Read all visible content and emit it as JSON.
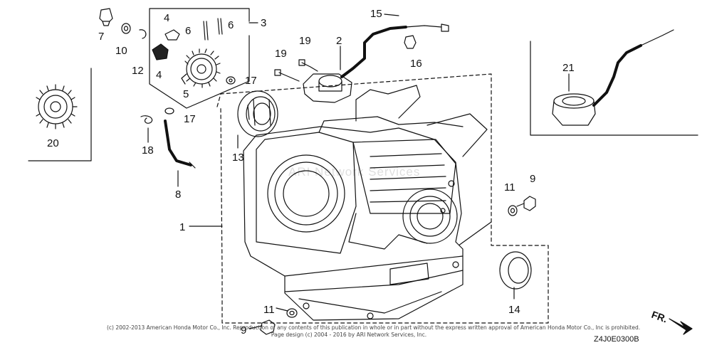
{
  "diagram": {
    "callouts": [
      {
        "id": "c1",
        "text": "1"
      },
      {
        "id": "c2",
        "text": "2"
      },
      {
        "id": "c3",
        "text": "3"
      },
      {
        "id": "c4a",
        "text": "4"
      },
      {
        "id": "c4b",
        "text": "4"
      },
      {
        "id": "c5",
        "text": "5"
      },
      {
        "id": "c6a",
        "text": "6"
      },
      {
        "id": "c6b",
        "text": "6"
      },
      {
        "id": "c7",
        "text": "7"
      },
      {
        "id": "c8",
        "text": "8"
      },
      {
        "id": "c9a",
        "text": "9"
      },
      {
        "id": "c9b",
        "text": "9"
      },
      {
        "id": "c10",
        "text": "10"
      },
      {
        "id": "c11a",
        "text": "11"
      },
      {
        "id": "c11b",
        "text": "11"
      },
      {
        "id": "c12",
        "text": "12"
      },
      {
        "id": "c13",
        "text": "13"
      },
      {
        "id": "c14",
        "text": "14"
      },
      {
        "id": "c15",
        "text": "15"
      },
      {
        "id": "c16",
        "text": "16"
      },
      {
        "id": "c17a",
        "text": "17"
      },
      {
        "id": "c17b",
        "text": "17"
      },
      {
        "id": "c18",
        "text": "18"
      },
      {
        "id": "c19a",
        "text": "19"
      },
      {
        "id": "c19b",
        "text": "19"
      },
      {
        "id": "c20",
        "text": "20"
      },
      {
        "id": "c21",
        "text": "21"
      }
    ],
    "front_label": "FR.",
    "watermark": "ARI Network Services",
    "copyright": "(c) 2002-2013 American Honda Motor Co., Inc. Reproduction of any contents of this publication in whole or in part without the express written approval of American Honda Motor Co., Inc is prohibited.",
    "page_design": "Page design (c) 2004 - 2016 by ARI Network Services, Inc.",
    "diagram_code": "Z4J0E0300B"
  }
}
